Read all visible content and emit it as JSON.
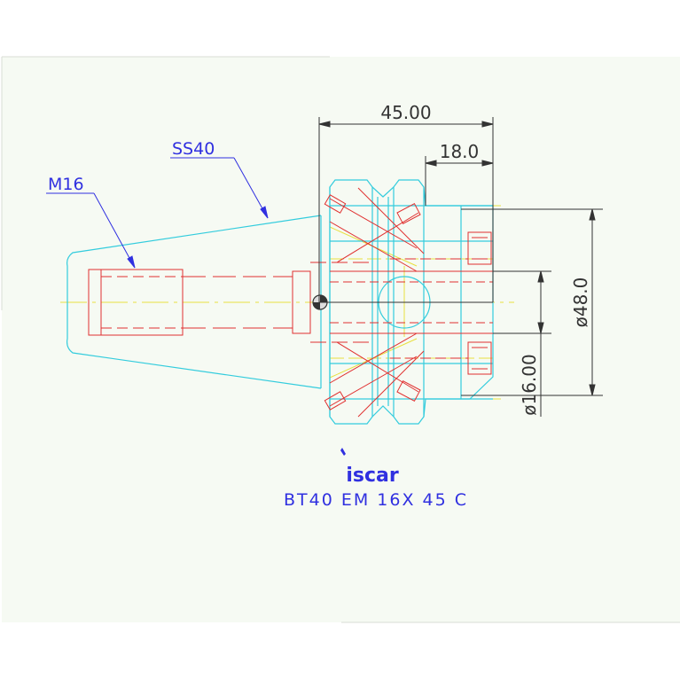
{
  "drawing": {
    "annotations": {
      "taper_label": "SS40",
      "thread_label": "M16"
    },
    "dimensions": {
      "overall_length": "45.00",
      "flange_length": "18.0",
      "flange_diameter": "ø48.0",
      "bore_diameter": "ø16.00"
    },
    "title_block": {
      "logo": "iscar",
      "model": "BT40 EM 16X 45 C"
    },
    "colors": {
      "background": "#f6faf3",
      "outline_cyan": "#33ccdd",
      "hidden_red": "#e03030",
      "centerline_yellow": "#e8e040",
      "dimension_dark": "#333333",
      "annotation_blue": "#3030e0"
    }
  }
}
